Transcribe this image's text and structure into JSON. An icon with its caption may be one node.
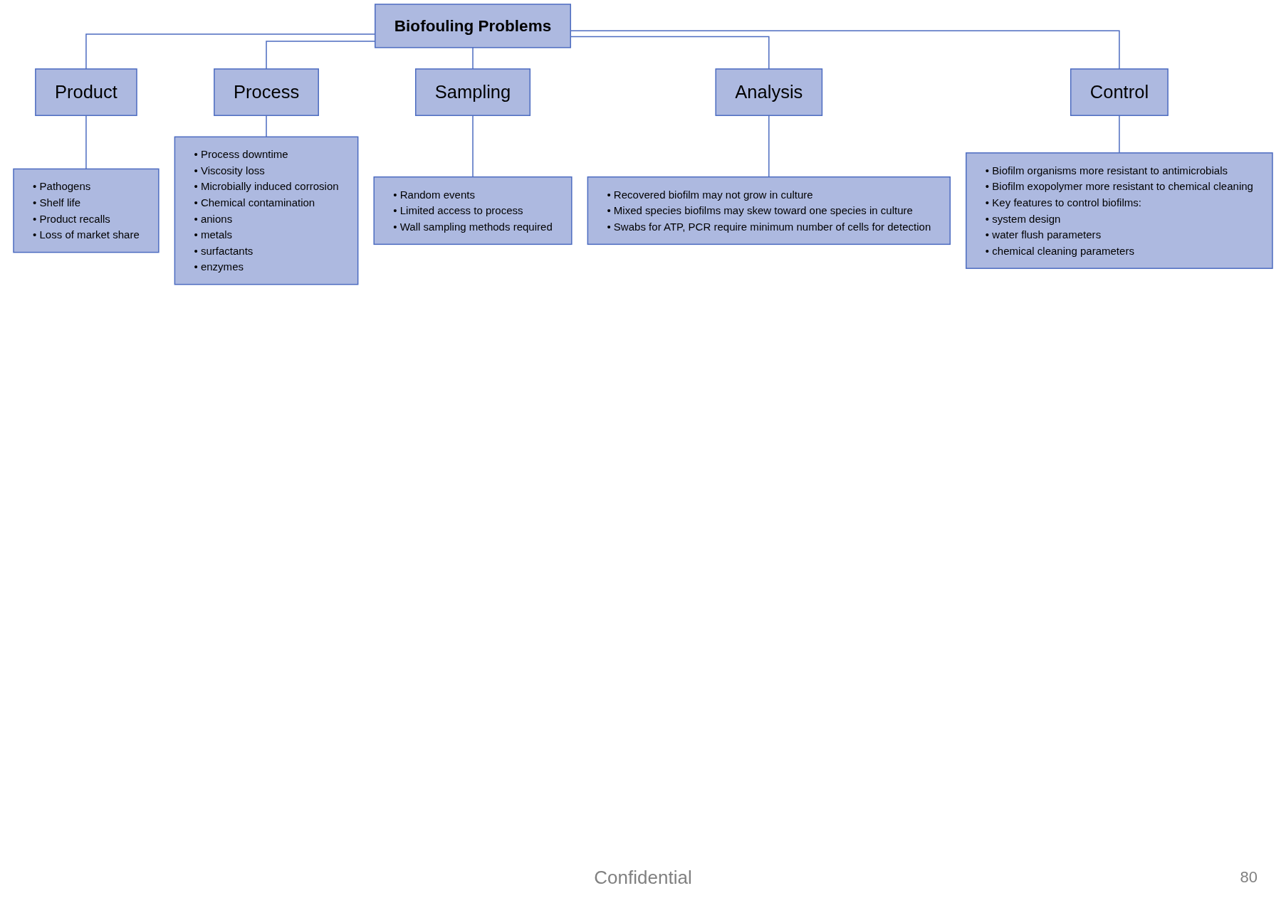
{
  "diagram": {
    "nodes": [
      {
        "text": [
          "Biofouling Problems"
        ]
      },
      {
        "text": [
          "Product"
        ]
      },
      {
        "text": [
          "Process"
        ]
      },
      {
        "text": [
          "Sampling"
        ]
      },
      {
        "text": [
          "Analysis"
        ]
      },
      {
        "text": [
          "Control"
        ]
      },
      {
        "text": [
          "• Pathogens",
          "• Shelf life",
          "• Product recalls",
          "• Loss of market share"
        ]
      },
      {
        "text": [
          "• Process downtime",
          "• Viscosity loss",
          "• Microbially induced corrosion",
          "• Chemical contamination",
          "• anions",
          "• metals",
          "• surfactants",
          "• enzymes"
        ]
      },
      {
        "text": [
          "• Random events",
          "• Limited access to process",
          "• Wall sampling methods required"
        ]
      },
      {
        "text": [
          "• Recovered biofilm may not grow in culture",
          "• Mixed species biofilms may skew toward one species in culture",
          "• Swabs for ATP, PCR require minimum number of cells for detection"
        ]
      },
      {
        "text": [
          "• Biofilm organisms more resistant to antimicrobials",
          "• Biofilm exopolymer more resistant to chemical cleaning",
          "• Key features to control biofilms:",
          "• system design",
          "• water flush parameters",
          "• chemical cleaning parameters"
        ]
      }
    ],
    "edges": [
      {
        "from": 0,
        "to": 1,
        "arrow": "none"
      },
      {
        "from": 0,
        "to": 2,
        "arrow": "none"
      },
      {
        "from": 0,
        "to": 3,
        "arrow": "none"
      },
      {
        "from": 0,
        "to": 4,
        "arrow": "none"
      },
      {
        "from": 0,
        "to": 5,
        "arrow": "none"
      },
      {
        "from": 1,
        "to": 6,
        "arrow": "none"
      },
      {
        "from": 2,
        "to": 7,
        "arrow": "none"
      },
      {
        "from": 3,
        "to": 8,
        "arrow": "none"
      },
      {
        "from": 4,
        "to": 9,
        "arrow": "none"
      },
      {
        "from": 5,
        "to": 10,
        "arrow": "none"
      }
    ],
    "labels": [
      "Confidential",
      "80"
    ]
  }
}
